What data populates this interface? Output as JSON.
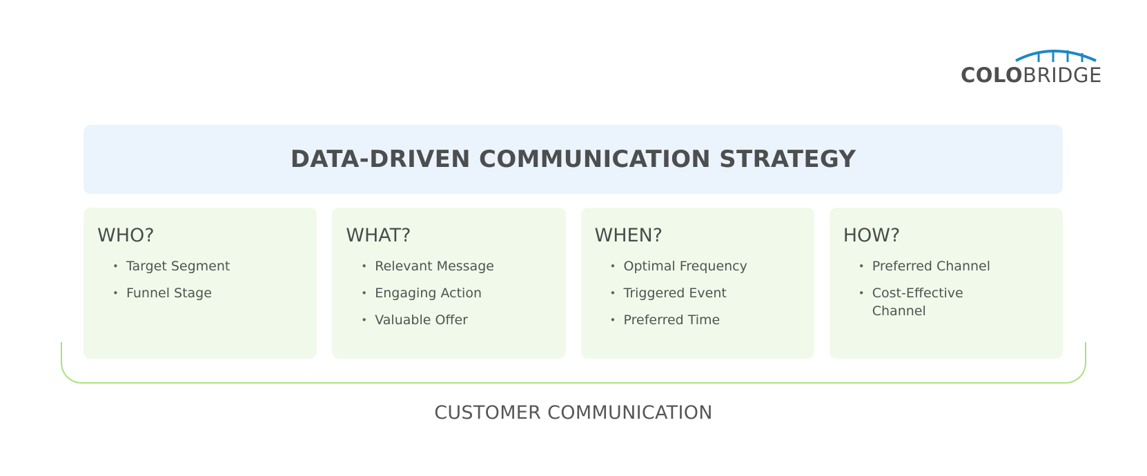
{
  "logo": {
    "bold_part": "COLO",
    "regular_part": "BRIDGE",
    "accent_color": "#1e87c8",
    "icon": "bridge-arch-icon"
  },
  "header": {
    "title": "DATA-DRIVEN COMMUNICATION STRATEGY",
    "background": "#ebf4fd"
  },
  "cards": [
    {
      "title": "WHO?",
      "items": [
        "Target Segment",
        "Funnel Stage"
      ]
    },
    {
      "title": "WHAT?",
      "items": [
        "Relevant Message",
        "Engaging Action",
        "Valuable Offer"
      ]
    },
    {
      "title": "WHEN?",
      "items": [
        "Optimal Frequency",
        "Triggered Event",
        "Preferred Time"
      ]
    },
    {
      "title": "HOW?",
      "items": [
        "Preferred Channel",
        "Cost-Effective Channel"
      ]
    }
  ],
  "footer": {
    "label": "CUSTOMER COMMUNICATION",
    "bracket_color": "#a9e27b"
  },
  "colors": {
    "card_background": "#f1faea",
    "text": "#4a4c4c"
  }
}
